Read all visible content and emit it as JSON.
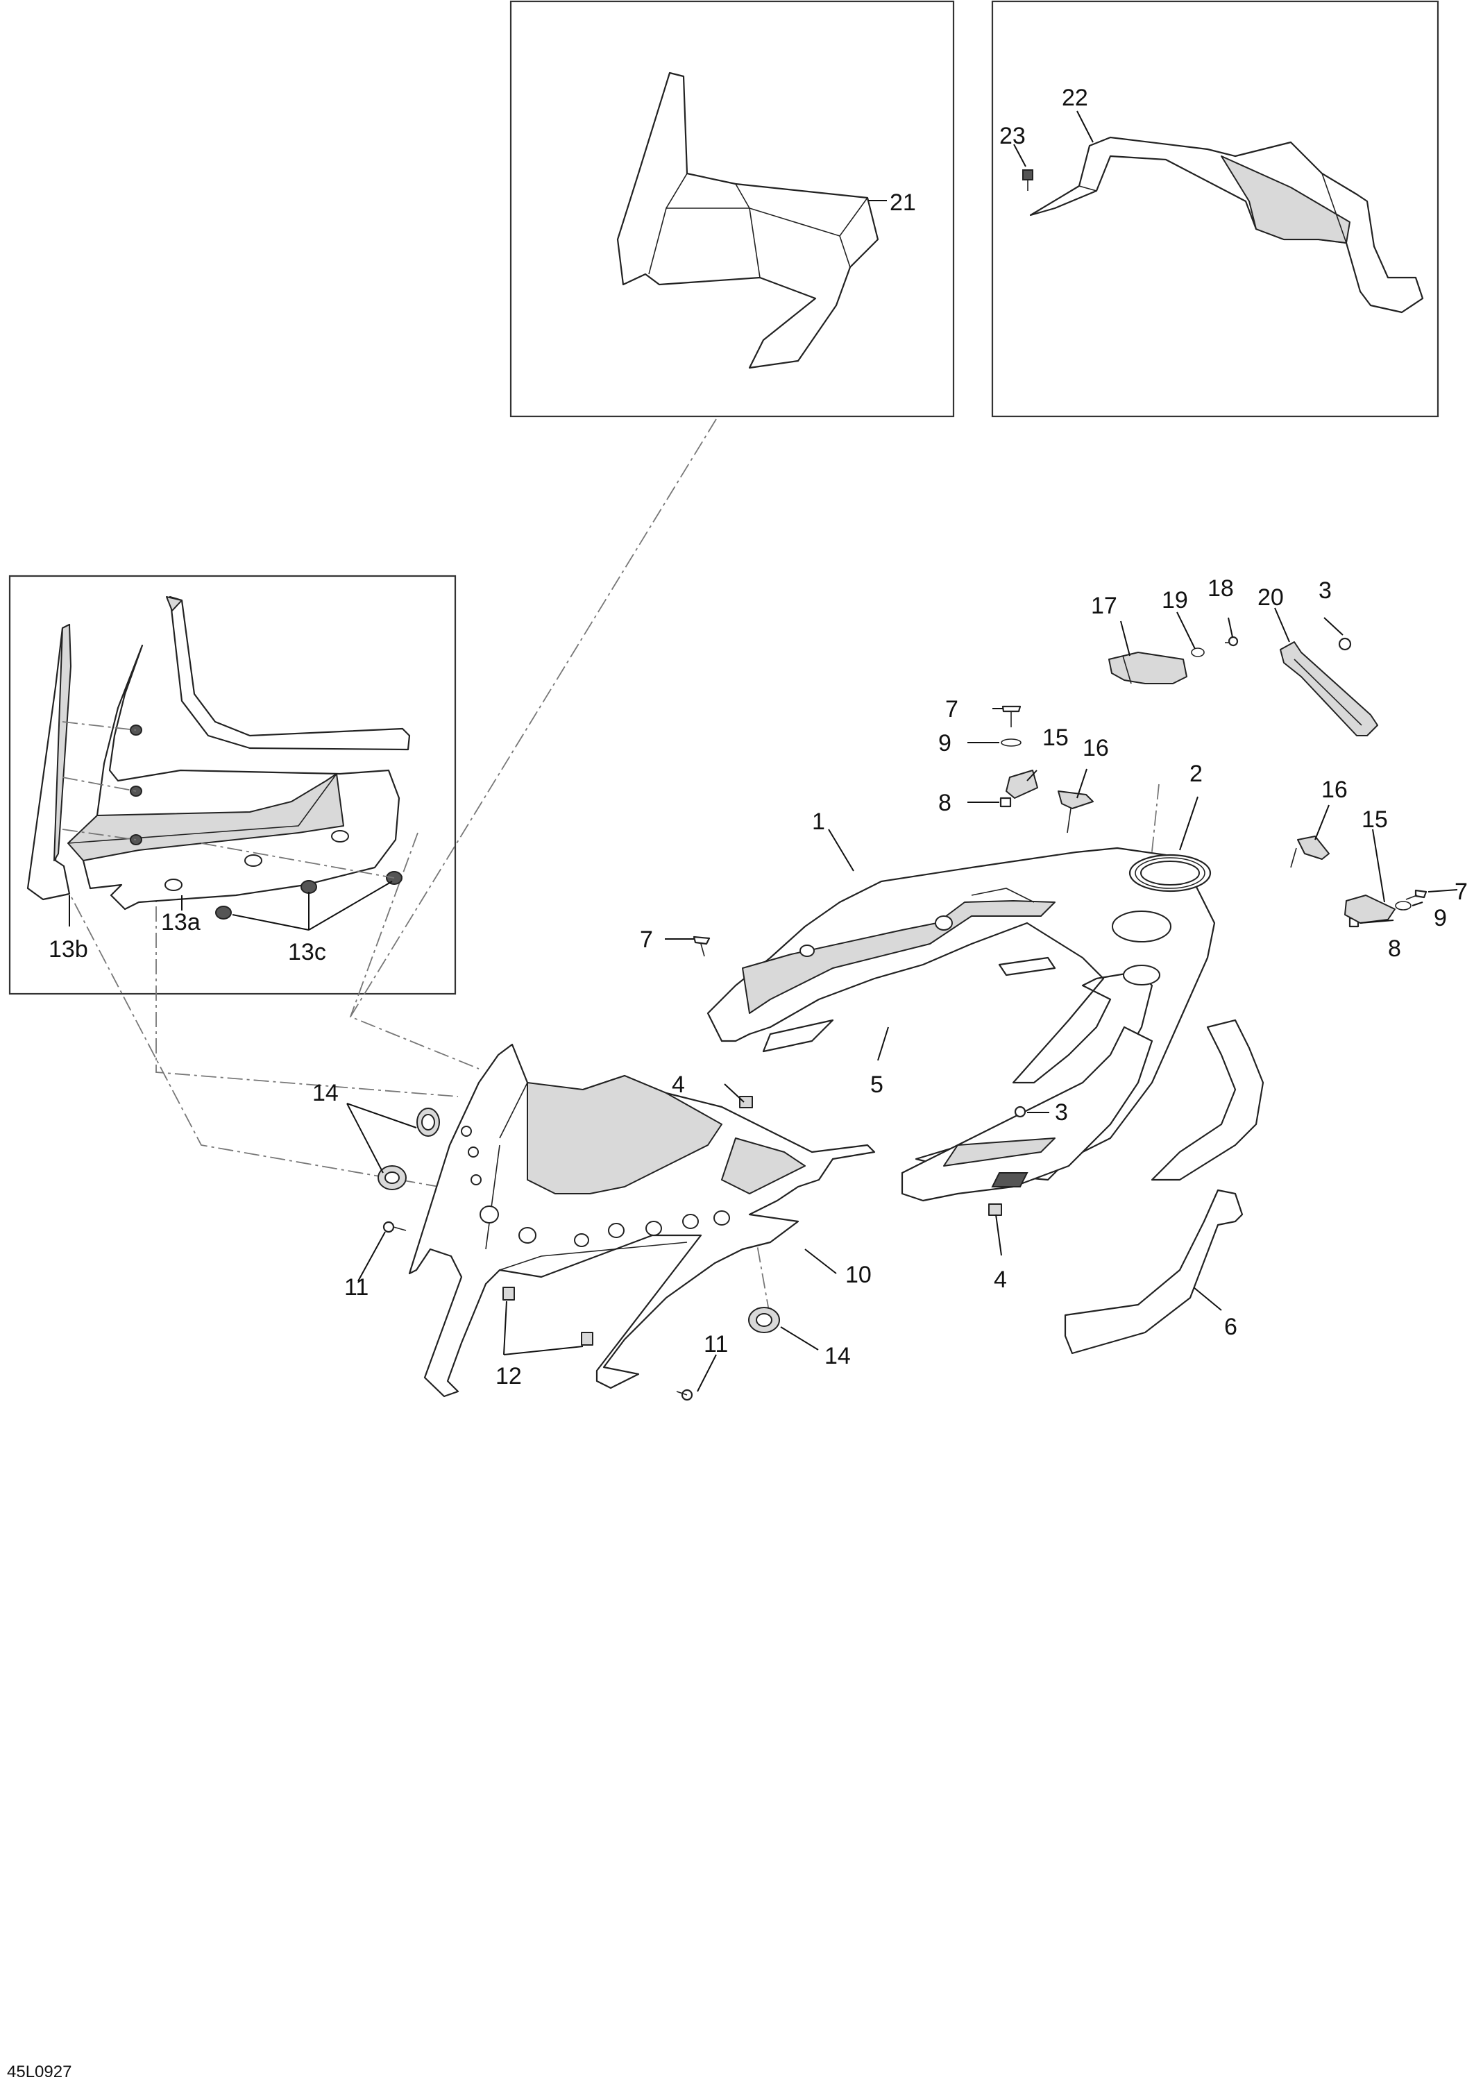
{
  "diagram": {
    "drawing_code": "45L0927",
    "callouts": [
      {
        "id": "c1",
        "label": "1"
      },
      {
        "id": "c2",
        "label": "2"
      },
      {
        "id": "c3a",
        "label": "3"
      },
      {
        "id": "c3b",
        "label": "3"
      },
      {
        "id": "c4a",
        "label": "4"
      },
      {
        "id": "c4b",
        "label": "4"
      },
      {
        "id": "c5",
        "label": "5"
      },
      {
        "id": "c6",
        "label": "6"
      },
      {
        "id": "c7a",
        "label": "7"
      },
      {
        "id": "c7b",
        "label": "7"
      },
      {
        "id": "c7c",
        "label": "7"
      },
      {
        "id": "c8a",
        "label": "8"
      },
      {
        "id": "c8b",
        "label": "8"
      },
      {
        "id": "c9a",
        "label": "9"
      },
      {
        "id": "c9b",
        "label": "9"
      },
      {
        "id": "c10",
        "label": "10"
      },
      {
        "id": "c11a",
        "label": "11"
      },
      {
        "id": "c11b",
        "label": "11"
      },
      {
        "id": "c12",
        "label": "12"
      },
      {
        "id": "c13a",
        "label": "13a"
      },
      {
        "id": "c13b",
        "label": "13b"
      },
      {
        "id": "c13c",
        "label": "13c"
      },
      {
        "id": "c14a",
        "label": "14"
      },
      {
        "id": "c14b",
        "label": "14"
      },
      {
        "id": "c15a",
        "label": "15"
      },
      {
        "id": "c15b",
        "label": "15"
      },
      {
        "id": "c16a",
        "label": "16"
      },
      {
        "id": "c16b",
        "label": "16"
      },
      {
        "id": "c17",
        "label": "17"
      },
      {
        "id": "c18",
        "label": "18"
      },
      {
        "id": "c19",
        "label": "19"
      },
      {
        "id": "c20",
        "label": "20"
      },
      {
        "id": "c21",
        "label": "21"
      },
      {
        "id": "c22",
        "label": "22"
      },
      {
        "id": "c23",
        "label": "23"
      }
    ]
  }
}
